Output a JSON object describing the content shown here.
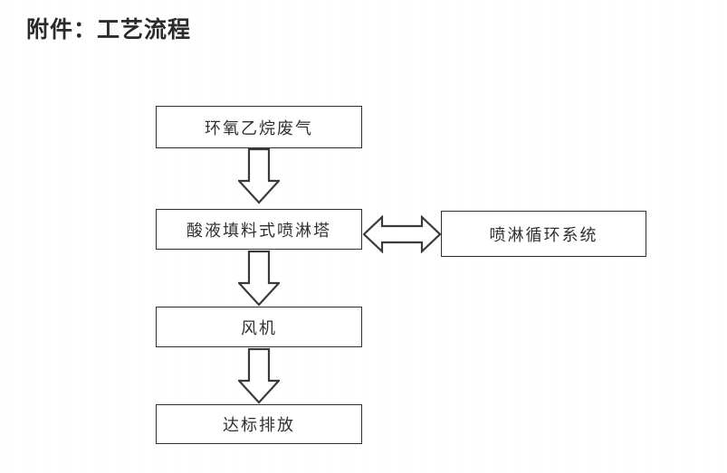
{
  "document": {
    "title": "附件：工艺流程"
  },
  "diagram": {
    "nodes": [
      {
        "id": "waste-gas",
        "label": "环氧乙烷废气"
      },
      {
        "id": "spray-tower",
        "label": "酸液填料式喷淋塔"
      },
      {
        "id": "spray-recycle",
        "label": "喷淋循环系统"
      },
      {
        "id": "fan",
        "label": "风机"
      },
      {
        "id": "compliant-emit",
        "label": "达标排放"
      }
    ],
    "connectors": [
      {
        "id": "c1",
        "from": "waste-gas",
        "to": "spray-tower",
        "direction": "down",
        "style": "block-arrow"
      },
      {
        "id": "c2",
        "from": "spray-tower",
        "to": "spray-recycle",
        "direction": "bidirectional",
        "style": "block-arrow"
      },
      {
        "id": "c3",
        "from": "spray-tower",
        "to": "fan",
        "direction": "down",
        "style": "block-arrow"
      },
      {
        "id": "c4",
        "from": "fan",
        "to": "compliant-emit",
        "direction": "down",
        "style": "block-arrow"
      }
    ]
  },
  "colors": {
    "page_background": "#ffffff",
    "box_border": "#2f2f2f",
    "text": "#303030",
    "arrow_stroke": "#3a3a3a"
  }
}
